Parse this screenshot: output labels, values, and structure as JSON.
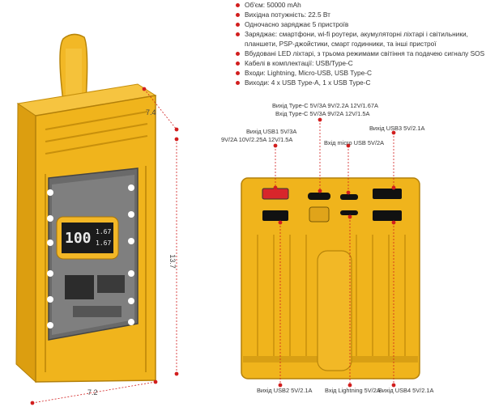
{
  "specs": [
    "Об'єм: 50000 mAh",
    "Вихідна потужність: 22.5 Вт",
    "Одночасно заряджає 5 пристроїв",
    "Заряджає: смартфони, wi-fi роутери, акумуляторні ліхтарі і світильники, планшети, PSP-джойстики, смарт годинники, та інші пристрої",
    "Вбудовані LED ліхтарі, з трьома режимами світіння та подачею сигналу SOS",
    "Кабелі в комплектації: USB/Type-C",
    "Входи: Lightning, Micro-USB, USB Type-C",
    "Виходи: 4 x USB Type-A, 1 x USB Type-C"
  ],
  "dimensions": {
    "depth": "7.4",
    "height": "13.7",
    "width": "7.2"
  },
  "display": {
    "percent": "100",
    "line1": "1.67",
    "line2": "1.67"
  },
  "ports": {
    "typec_out": "Вихід Type-C 5V/3A 9V/2.2A 12V/1.67A",
    "typec_in": "Вхід Type-C 5V/3A 9V/2A 12V/1.5A",
    "usb1_a": "Вихід USB1 5V/3A",
    "usb1_b": "9V/2A 10V/2.25A 12V/1.5A",
    "micro_in": "Вхід micro USB 5V/2A",
    "usb3": "Вихід USB3 5V/2.1A",
    "usb2": "Вихід USB2 5V/2.1A",
    "lightning": "Вхід Lightning 5V/2A",
    "usb4": "Вихід USB4 5V/2.1A"
  },
  "colors": {
    "body": "#f0b41c",
    "accent": "#d21e1e",
    "dark": "#c88e00"
  }
}
